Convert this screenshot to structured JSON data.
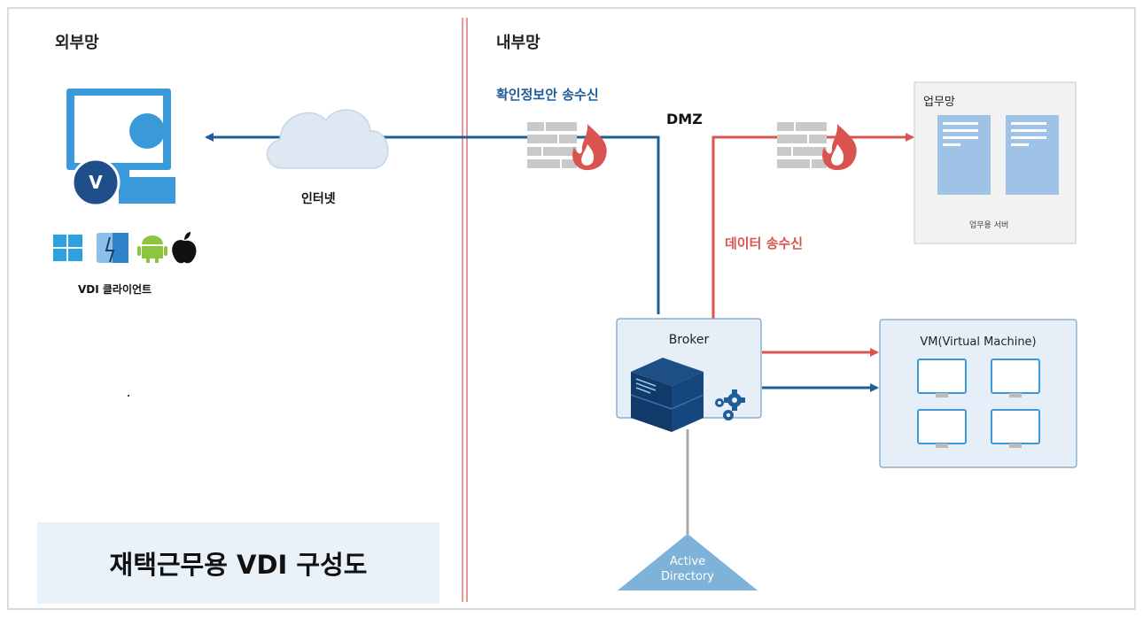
{
  "zones": {
    "external": "외부망",
    "internal": "내부망"
  },
  "labels": {
    "secure_transfer": "확인정보안 송수신",
    "dmz": "DMZ",
    "internet": "인터넷",
    "vdi_client": "VDI 클라이언트",
    "data_transfer": "데이터 송수신",
    "work_network": "업무망",
    "work_server": "업무용 서버",
    "broker": "Broker",
    "vm": "VM(Virtual Machine)",
    "active_directory_line1": "Active",
    "active_directory_line2": "Directory",
    "user_badge": "V"
  },
  "title": "재택근무용 VDI 구성도",
  "colors": {
    "blue_line": "#1f5d99",
    "red_line": "#d9534f",
    "dark_blue_text": "#1f5d99",
    "red_text": "#d9534f",
    "monitor": "#3a9ad9",
    "triangle": "#7fb2d9",
    "box_fill": "#e6eff8",
    "box_border": "#7a9fc4"
  },
  "icons": [
    "monitor-user-icon",
    "cloud-icon",
    "firewall-icon",
    "server-icon",
    "gear-icon",
    "windows-icon",
    "mac-finder-icon",
    "android-icon",
    "apple-icon",
    "document-icon",
    "vm-monitor-icon"
  ]
}
